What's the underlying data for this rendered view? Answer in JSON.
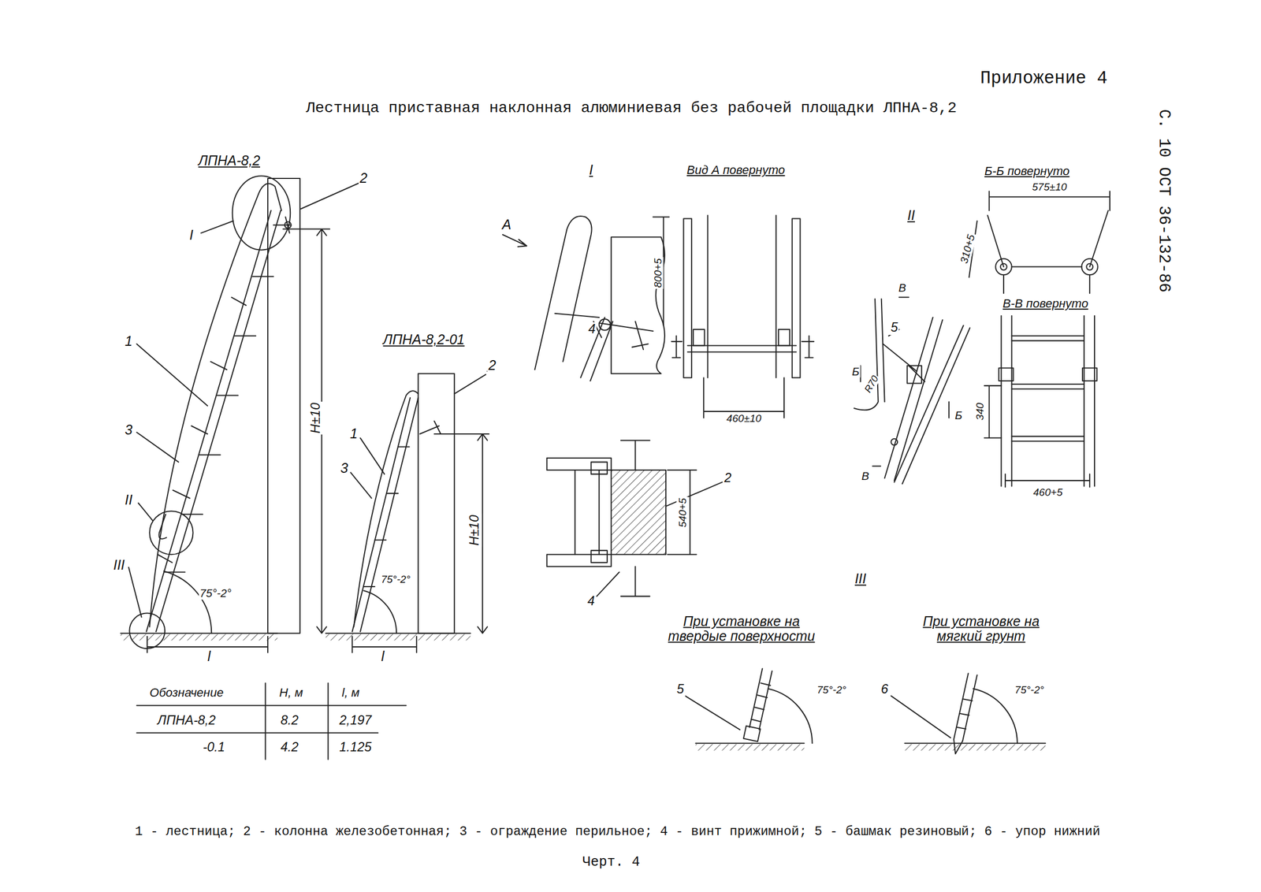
{
  "diagram": {
    "title": "Лестница приставная наклонная алюминиевая без рабочей площадки ЛПНА-8,2",
    "caption": "1 - лестница; 2 - колонна железобетонная; 3 - ограждение перильное; 4 - винт прижимной; 5 - башмак резиновый; 6 - упор нижний",
    "labels": [
      "Приложение 4",
      "С. 10 ОСТ 36-132-86",
      "ЛПНА-8,2",
      "2",
      "I",
      "1",
      "3",
      "II",
      "III",
      "75°-2°",
      "H±10",
      "l",
      "ЛПНА-8,2-01",
      "2",
      "1",
      "3",
      "75°-2°",
      "H±10",
      "l",
      "Обозначение",
      "H, м",
      "l, м",
      "ЛПНА-8,2",
      "8.2",
      "2,197",
      "-0.1",
      "4.2",
      "1.125",
      "I",
      "Вид А повернуто",
      "A",
      "800+5",
      "4",
      "460±10",
      "2",
      "540+5",
      "4",
      "II",
      "В",
      "5",
      "R70",
      "Б",
      "Б",
      "В",
      "Б-Б повернуто",
      "575±10",
      "310+5",
      "В-В повернуто",
      "340",
      "460+5",
      "III",
      "При установке на твердые поверхности",
      "При установке на мягкий грунт",
      "5",
      "75°-2°",
      "6",
      "75°-2°",
      "Черт. 4"
    ]
  }
}
